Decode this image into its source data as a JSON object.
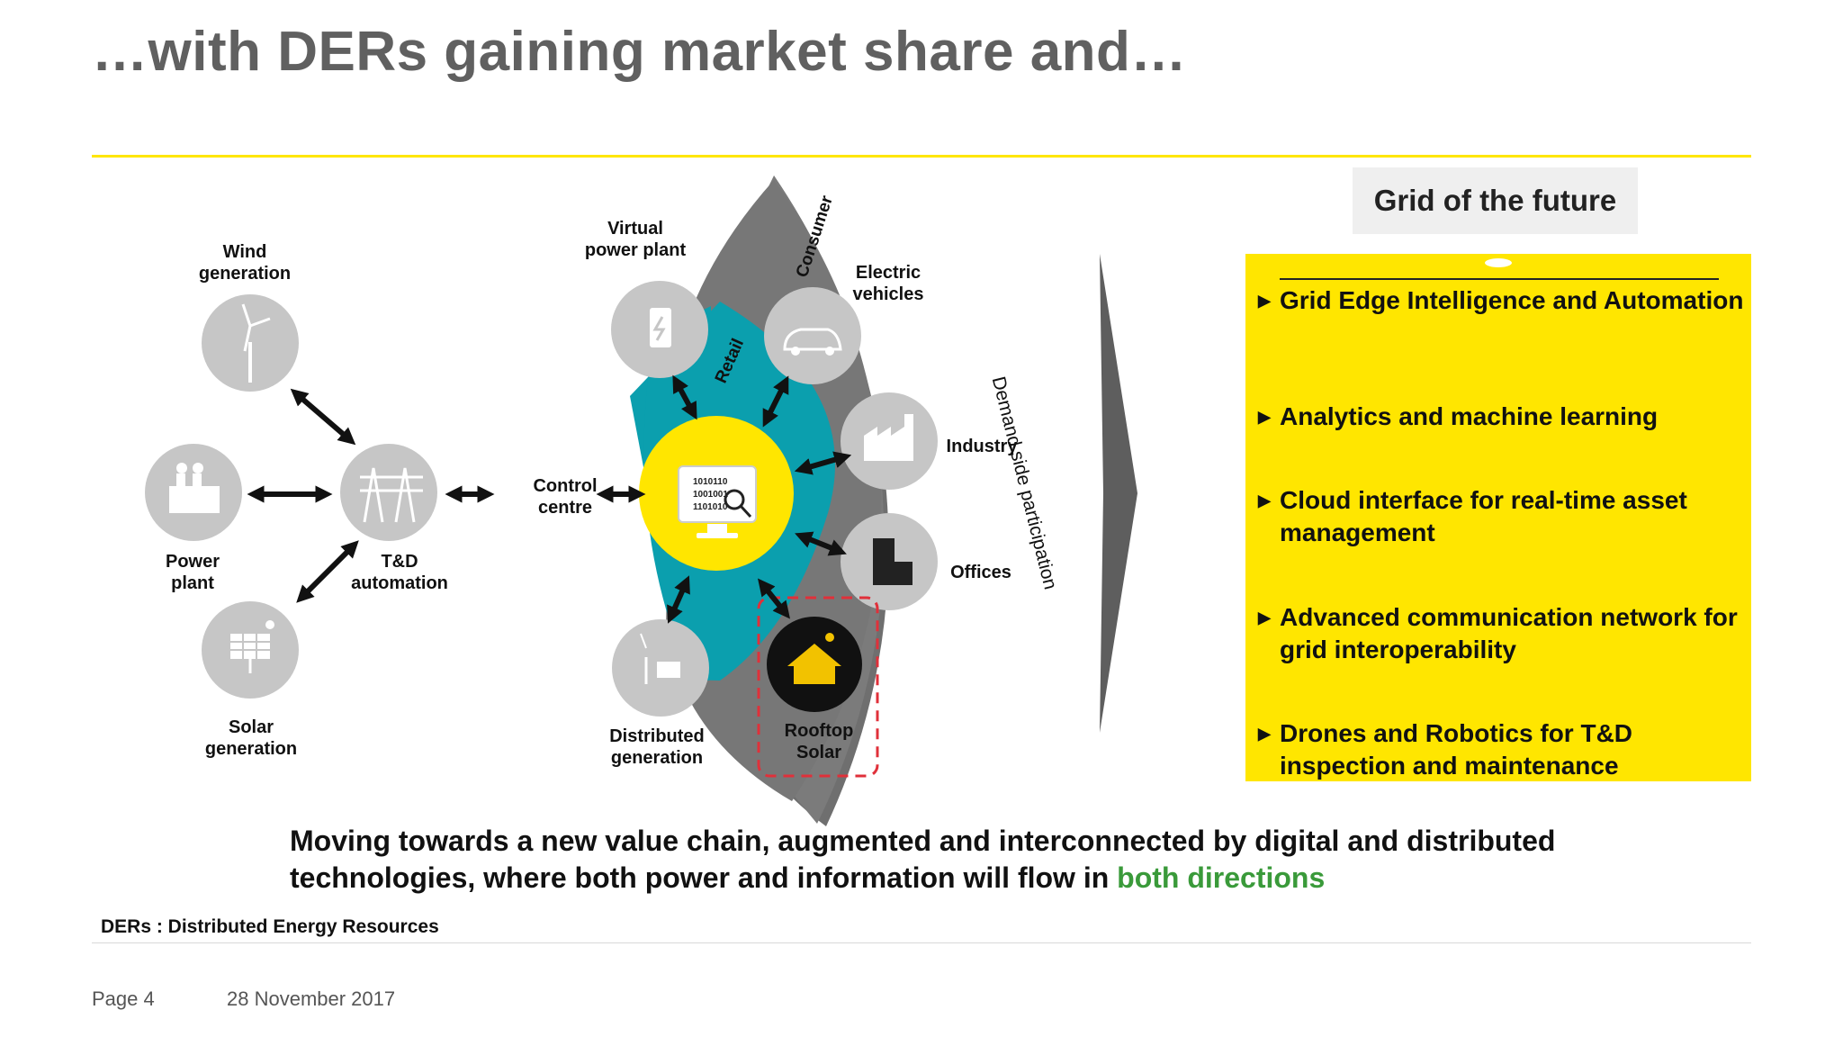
{
  "title": "…with DERs gaining market share and…",
  "colors": {
    "accent_yellow": "#ffe600",
    "teal": "#0b9fae",
    "dark_gray": "#6f6f6f",
    "circle_gray": "#c6c6c6",
    "green_text": "#3a9a3a",
    "dashed_red": "#e0303a"
  },
  "diagram": {
    "traditional": {
      "wind": "Wind\ngeneration",
      "power_plant": "Power\nplant",
      "td": "T&D\nautomation",
      "solar": "Solar\ngeneration"
    },
    "control_centre": "Control\ncentre",
    "control_screen_binary": [
      "1010110",
      "1001001",
      "1101010"
    ],
    "ring_labels": {
      "retail": "Retail",
      "consumer": "Consumer",
      "demand": "Demand side participation"
    },
    "nodes": {
      "virtual_power_plant": "Virtual\npower plant",
      "electric_vehicles": "Electric\nvehicles",
      "industry": "Industry",
      "offices": "Offices",
      "rooftop_solar": "Rooftop\nSolar",
      "distributed_generation": "Distributed\ngeneration"
    }
  },
  "future": {
    "tab_title": "Grid of the future",
    "items": [
      "Grid Edge Intelligence and Automation",
      "Analytics and machine learning",
      "Cloud interface for real-time asset management",
      "Advanced communication network for grid interoperability",
      "Drones and Robotics for T&D inspection and maintenance"
    ],
    "bullet_icon": "right-triangle-icon"
  },
  "footer": {
    "message_main": "Moving towards a new value chain, augmented and interconnected by digital and distributed technologies, where both power and information will flow in ",
    "message_highlight": "both directions",
    "der_note": "DERs : Distributed Energy Resources",
    "page": "Page 4",
    "date": "28 November 2017"
  }
}
